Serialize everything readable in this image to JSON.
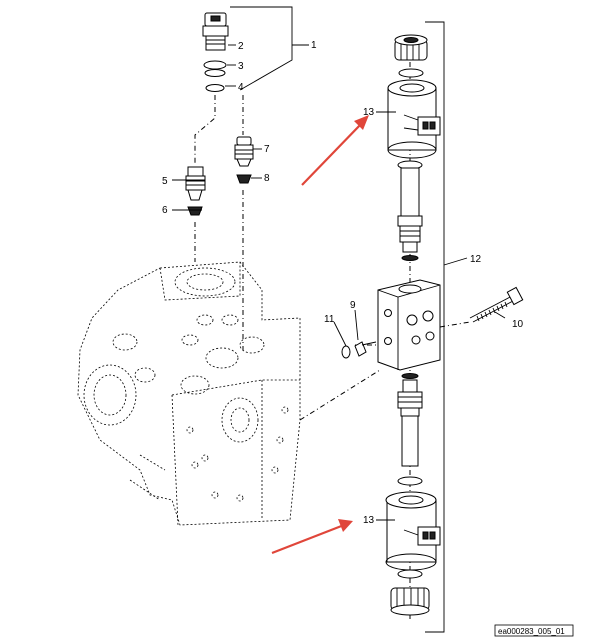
{
  "diagram": {
    "callouts": {
      "c1": "1",
      "c2": "2",
      "c3": "3",
      "c4": "4",
      "c5": "5",
      "c6": "6",
      "c7": "7",
      "c8": "8",
      "c9": "9",
      "c10": "10",
      "c11": "11",
      "c12": "12",
      "c13_top": "13",
      "c13_bottom": "13"
    },
    "figure_id": "ea000283_005_01",
    "arrow_color": "#e0463a"
  }
}
